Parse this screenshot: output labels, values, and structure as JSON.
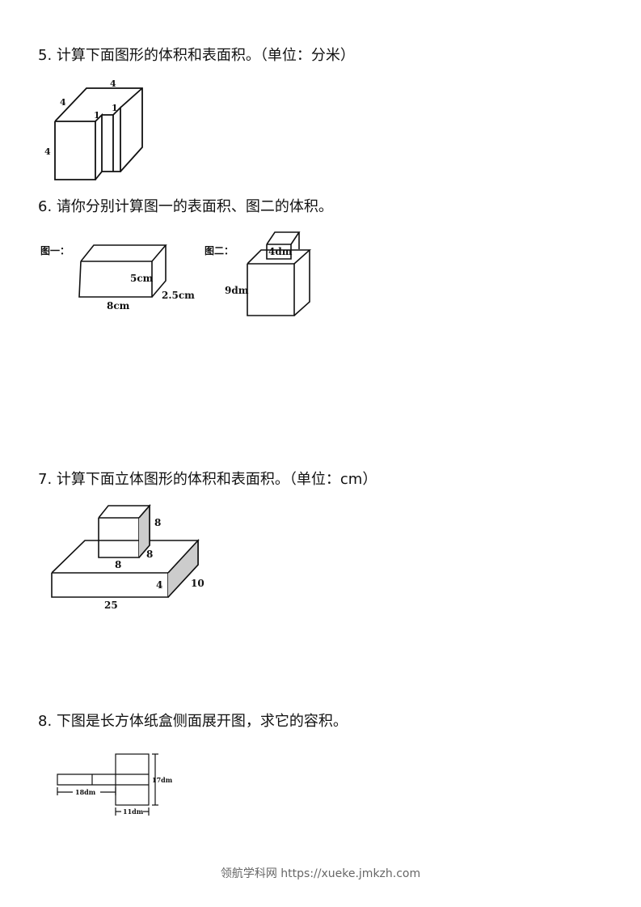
{
  "questions": {
    "q5": "5. 计算下面图形的体积和表面积。（单位：分米）",
    "q6": "6. 请你分别计算图一的表面积、图二的体积。",
    "q7": "7. 计算下面立体图形的体积和表面积。（单位：cm）",
    "q8": "8. 下图是长方体纸盒侧面展开图，求它的容积。"
  },
  "fig5": {
    "top_len": "4",
    "depth_len": "4",
    "height_len": "4",
    "notch_w": "1",
    "notch_d": "1"
  },
  "fig6": {
    "label1": "图一：",
    "label2": "图二：",
    "height1": "5cm",
    "length1": "8cm",
    "width1": "2.5cm",
    "small_edge": "4dm",
    "big_edge": "9dm"
  },
  "fig7": {
    "small_h": "8",
    "small_d": "8",
    "small_w": "8",
    "base_h": "4",
    "base_d": "10",
    "base_l": "25"
  },
  "fig8": {
    "height": "17dm",
    "length": "18dm",
    "width": "11dm"
  },
  "footer": "领航学科网 https://xueke.jmkzh.com"
}
